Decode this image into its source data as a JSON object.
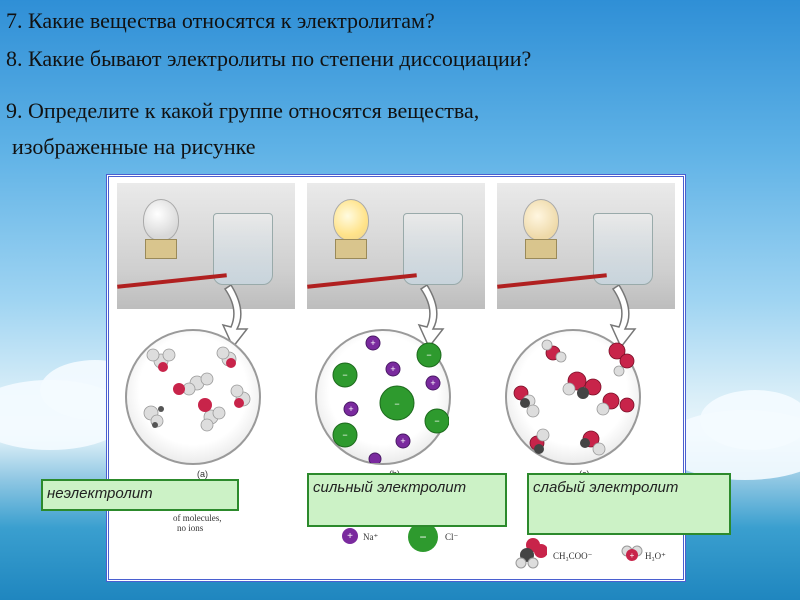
{
  "questions": {
    "q7": "7. Какие вещества относятся к электролитам?",
    "q8": "8. Какие бывают электролиты по степени диссоциации?",
    "q9_line1": "9. Определите  к какой группе относятся вещества,",
    "q9_line2": "изображенные на рисунке"
  },
  "figure": {
    "captions": [
      "(a)",
      "(b)",
      "(c)"
    ],
    "labels": {
      "nonelectrolyte": "неэлектролит",
      "strong": "сильный электролит",
      "weak": "слабый электролит"
    },
    "legend": {
      "a_text_1": "of molecules,",
      "a_text_2": "no ions",
      "na": "Na⁺",
      "cl": "Cl⁻",
      "acetate": "CH₃COO⁻",
      "hydronium": "H₃O⁺"
    }
  },
  "colors": {
    "label_fill": "#ccf2c6",
    "label_border": "#2c8a2c",
    "figure_border": "#4a5fd0"
  }
}
